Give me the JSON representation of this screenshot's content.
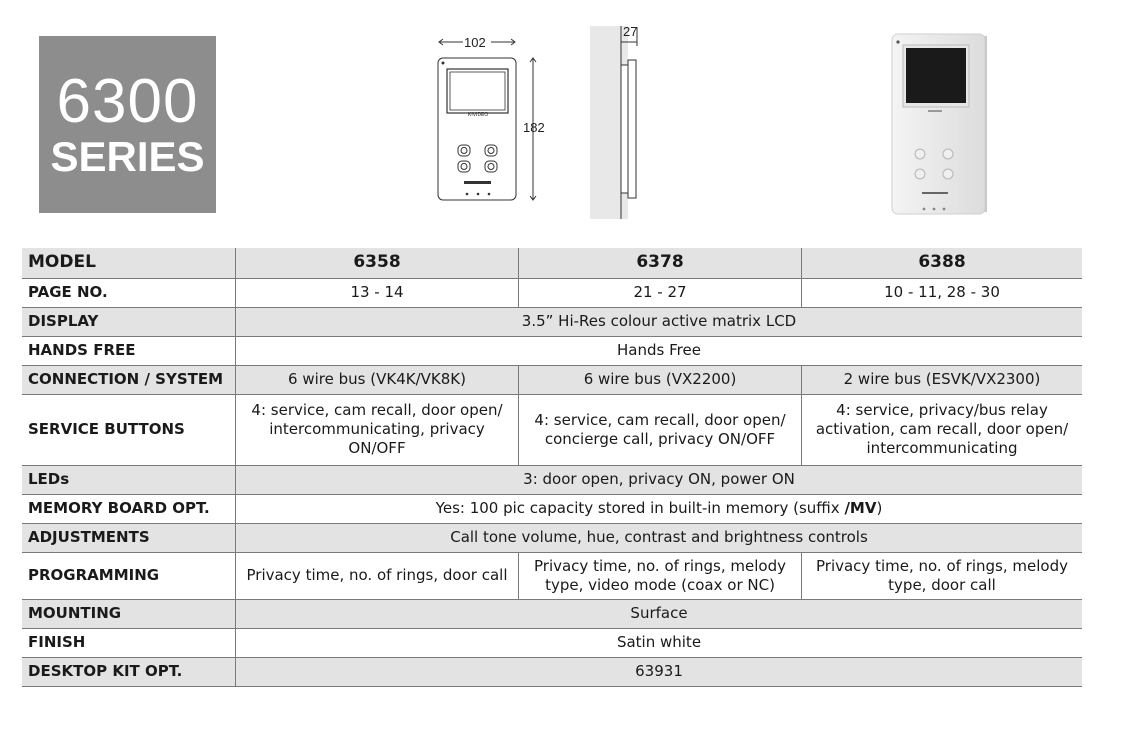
{
  "series": {
    "number": "6300",
    "word": "SERIES"
  },
  "drawing": {
    "width_dim": "102",
    "height_dim": "182",
    "depth_dim": "27",
    "brand_label": "KIVIDEO"
  },
  "table": {
    "rows": [
      {
        "label": "MODEL",
        "values": [
          "6358",
          "6378",
          "6388"
        ]
      },
      {
        "label": "PAGE NO.",
        "values": [
          "13 - 14",
          "21 - 27",
          "10 - 11, 28 - 30"
        ]
      },
      {
        "label": "DISPLAY",
        "merged": "3.5” Hi-Res colour active matrix LCD"
      },
      {
        "label": "HANDS FREE",
        "merged": "Hands Free"
      },
      {
        "label": "CONNECTION / SYSTEM",
        "values": [
          "6 wire bus (VK4K/VK8K)",
          "6 wire bus (VX2200)",
          "2 wire bus (ESVK/VX2300)"
        ]
      },
      {
        "label": "SERVICE BUTTONS",
        "values": [
          "4: service, cam recall, door open/ intercommunicating, privacy ON/OFF",
          "4: service, cam recall, door open/ concierge call, privacy ON/OFF",
          "4: service, privacy/bus relay activation, cam recall, door open/ intercommunicating"
        ]
      },
      {
        "label": "LEDs",
        "merged": "3: door open, privacy ON, power ON"
      },
      {
        "label": "MEMORY BOARD OPT.",
        "merged_pre": "Yes: 100 pic capacity stored in built-in memory (suffix ",
        "merged_bold": "/MV",
        "merged_post": ")"
      },
      {
        "label": "ADJUSTMENTS",
        "merged": "Call tone volume, hue, contrast and brightness controls"
      },
      {
        "label": "PROGRAMMING",
        "values": [
          "Privacy time, no. of rings, door call",
          "Privacy time, no. of rings, melody type, video mode (coax or NC)",
          "Privacy time, no. of rings, melody type, door call"
        ]
      },
      {
        "label": "MOUNTING",
        "merged": "Surface"
      },
      {
        "label": "FINISH",
        "merged": "Satin white"
      },
      {
        "label": "DESKTOP KIT OPT.",
        "merged": "63931"
      }
    ]
  }
}
